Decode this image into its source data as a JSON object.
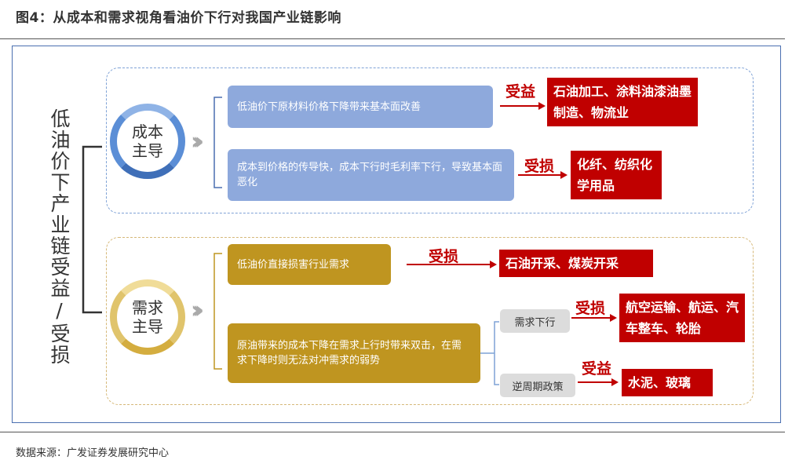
{
  "title": "图4：从成本和需求视角看油价下行对我国产业链影响",
  "source": "数据来源：广发证券发展研究中心",
  "diagram": {
    "root": "低油价下产业链受益/受损",
    "groups": [
      {
        "label": "成本主导",
        "label_line1": "成本",
        "label_line2": "主导",
        "items": [
          {
            "text": "低油价下原材料价格下降带来基本面改善",
            "effect": "受益",
            "industries": "石油加工、涂料油漆油墨制造、物流业"
          },
          {
            "text": "成本到价格的传导快，成本下行时毛利率下行，导致基本面恶化",
            "effect": "受损",
            "industries": "化纤、纺织化学用品"
          }
        ]
      },
      {
        "label": "需求主导",
        "label_line1": "需求",
        "label_line2": "主导",
        "items": [
          {
            "text": "低油价直接损害行业需求",
            "effect": "受损",
            "industries": "石油开采、煤炭开采"
          },
          {
            "text": "原油带来的成本下降在需求上行时带来双击，在需求下降时则无法对冲需求的弱势",
            "branches": [
              {
                "label": "需求下行",
                "effect": "受损",
                "industries": "航空运输、航运、汽车整车、轮胎"
              },
              {
                "label": "逆周期政策",
                "effect": "受益",
                "industries": "水泥、玻璃"
              }
            ]
          }
        ]
      }
    ]
  },
  "colors": {
    "blue_box": "#8ea9dc",
    "gold_box": "#bf9520",
    "red": "#c00000",
    "frame": "#4a6fb0"
  }
}
